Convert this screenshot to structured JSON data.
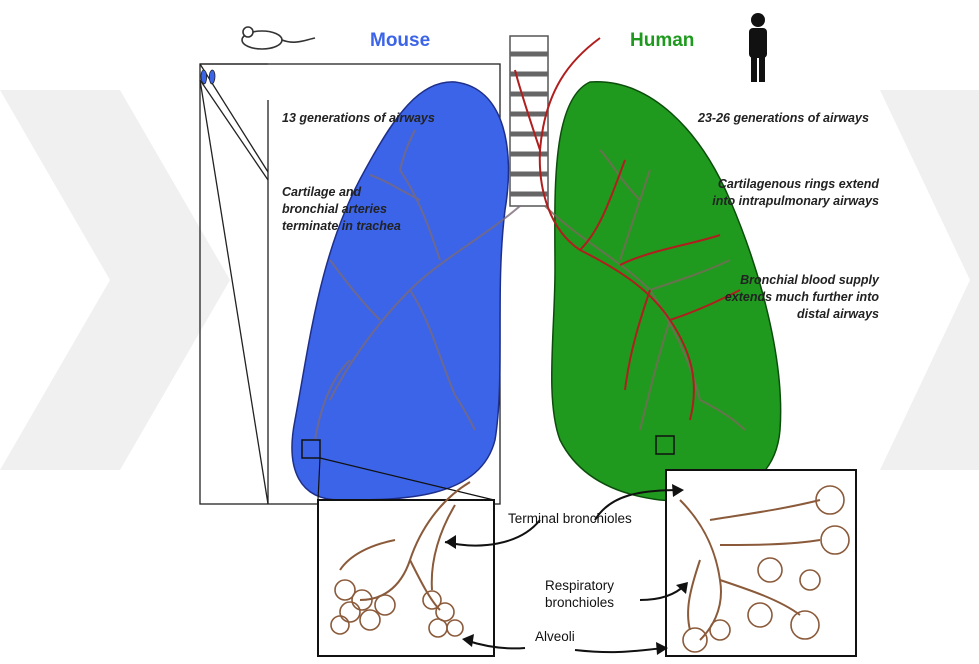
{
  "titles": {
    "left": "Mouse",
    "right": "Human"
  },
  "colors": {
    "mouse": "#3c64e8",
    "human": "#1f9a1f",
    "airway": "#8a5a3a",
    "artery": "#b01e1e",
    "watermark": "#ececec"
  },
  "notes": {
    "mouse_generations": "13 generations of airways",
    "mouse_cartilage": [
      "Cartilage and",
      "bronchial arteries",
      "terminate in trachea"
    ],
    "human_generations": "23-26 generations of airways",
    "human_cartilage": [
      "Cartilagenous rings extend",
      "into intrapulmonary airways"
    ],
    "human_blood": [
      "Bronchial blood supply",
      "extends much further into",
      "distal airways"
    ]
  },
  "labels": {
    "terminal": "Terminal bronchioles",
    "respiratory": [
      "Respiratory",
      "bronchioles"
    ],
    "alveoli": "Alveoli"
  },
  "icons": [
    "mouse-icon",
    "human-icon",
    "small-lung-icon"
  ]
}
